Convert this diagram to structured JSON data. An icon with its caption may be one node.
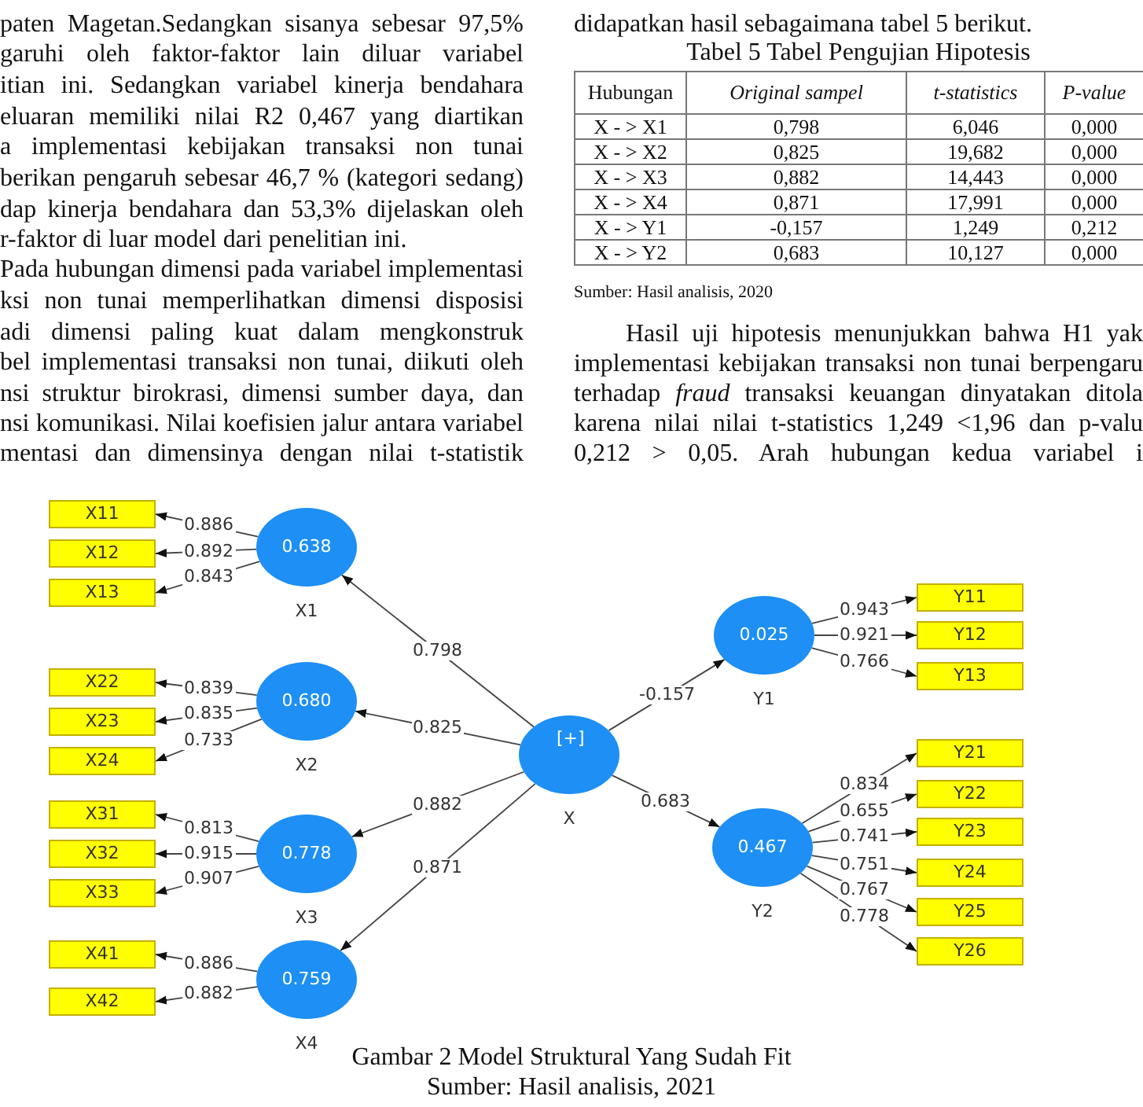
{
  "diagram": {
    "caption": "Gambar 2 Model Struktural Yang Sudah Fit",
    "nodes": [
      {
        "text": [
          "0.638",
          "X1"
        ]
      },
      {
        "text": [
          "0.680",
          "X2"
        ]
      },
      {
        "text": [
          "0.778",
          "X3"
        ]
      },
      {
        "text": [
          "0.759",
          "X4"
        ]
      },
      {
        "text": [
          "[+]",
          "X"
        ]
      },
      {
        "text": [
          "0.025",
          "Y1"
        ]
      },
      {
        "text": [
          "0.467",
          "Y2"
        ]
      },
      {
        "text": [
          "X11"
        ]
      },
      {
        "text": [
          "X12"
        ]
      },
      {
        "text": [
          "X13"
        ]
      },
      {
        "text": [
          "X22"
        ]
      },
      {
        "text": [
          "X23"
        ]
      },
      {
        "text": [
          "X24"
        ]
      },
      {
        "text": [
          "X31"
        ]
      },
      {
        "text": [
          "X32"
        ]
      },
      {
        "text": [
          "X33"
        ]
      },
      {
        "text": [
          "X41"
        ]
      },
      {
        "text": [
          "X42"
        ]
      },
      {
        "text": [
          "Y11"
        ]
      },
      {
        "text": [
          "Y12"
        ]
      },
      {
        "text": [
          "Y13"
        ]
      },
      {
        "text": [
          "Y21"
        ]
      },
      {
        "text": [
          "Y22"
        ]
      },
      {
        "text": [
          "Y23"
        ]
      },
      {
        "text": [
          "Y24"
        ]
      },
      {
        "text": [
          "Y25"
        ]
      },
      {
        "text": [
          "Y26"
        ]
      }
    ],
    "edges": [
      {
        "from": 0,
        "to": 7,
        "arrow": "to",
        "label": "0.886"
      },
      {
        "from": 0,
        "to": 8,
        "arrow": "to",
        "label": "0.892"
      },
      {
        "from": 0,
        "to": 9,
        "arrow": "to",
        "label": "0.843"
      },
      {
        "from": 1,
        "to": 10,
        "arrow": "to",
        "label": "0.839"
      },
      {
        "from": 1,
        "to": 11,
        "arrow": "to",
        "label": "0.835"
      },
      {
        "from": 1,
        "to": 12,
        "arrow": "to",
        "label": "0.733"
      },
      {
        "from": 2,
        "to": 13,
        "arrow": "to",
        "label": "0.813"
      },
      {
        "from": 2,
        "to": 14,
        "arrow": "to",
        "label": "0.915"
      },
      {
        "from": 2,
        "to": 15,
        "arrow": "to",
        "label": "0.907"
      },
      {
        "from": 3,
        "to": 16,
        "arrow": "to",
        "label": "0.886"
      },
      {
        "from": 3,
        "to": 17,
        "arrow": "to",
        "label": "0.882"
      },
      {
        "from": 4,
        "to": 0,
        "arrow": "to",
        "label": "0.798"
      },
      {
        "from": 4,
        "to": 1,
        "arrow": "to",
        "label": "0.825"
      },
      {
        "from": 4,
        "to": 2,
        "arrow": "to",
        "label": "0.882"
      },
      {
        "from": 4,
        "to": 3,
        "arrow": "to",
        "label": "0.871"
      },
      {
        "from": 4,
        "to": 5,
        "arrow": "to",
        "label": "-0.157"
      },
      {
        "from": 4,
        "to": 6,
        "arrow": "to",
        "label": "0.683"
      },
      {
        "from": 5,
        "to": 18,
        "arrow": "to",
        "label": "0.943"
      },
      {
        "from": 5,
        "to": 19,
        "arrow": "to",
        "label": "0.921"
      },
      {
        "from": 5,
        "to": 20,
        "arrow": "to",
        "label": "0.766"
      },
      {
        "from": 6,
        "to": 21,
        "arrow": "to",
        "label": "0.834"
      },
      {
        "from": 6,
        "to": 22,
        "arrow": "to",
        "label": "0.655"
      },
      {
        "from": 6,
        "to": 23,
        "arrow": "to",
        "label": "0.741"
      },
      {
        "from": 6,
        "to": 24,
        "arrow": "to",
        "label": "0.751"
      },
      {
        "from": 6,
        "to": 25,
        "arrow": "to",
        "label": "0.767"
      },
      {
        "from": 6,
        "to": 26,
        "arrow": "to",
        "label": "0.778"
      }
    ],
    "labels": [
      "paten Magetan.Sedangkan sisanya sebesar 97,5%",
      "garuhi oleh faktor-faktor lain diluar variabel",
      "itian ini. Sedangkan variabel kinerja bendahara",
      "eluaran memiliki nilai R2 0,467 yang diartikan",
      "a implementasi kebijakan transaksi non tunai",
      "berikan pengaruh sebesar 46,7 % (kategori sedang)",
      "dap kinerja bendahara dan 53,3% dijelaskan oleh",
      "r-faktor di luar model dari penelitian ini.",
      "Pada hubungan dimensi pada variabel implementasi",
      "ksi non tunai memperlihatkan dimensi disposisi",
      "adi dimensi paling kuat dalam mengkonstruk",
      "bel implementasi transaksi non tunai, diikuti oleh",
      "nsi struktur birokrasi, dimensi sumber daya, dan",
      "nsi komunikasi. Nilai koefisien jalur antara variabel",
      "mentasi dan dimensinya dengan nilai t-statistik",
      "didapatkan hasil sebagaimana tabel 5 berikut.",
      "Tabel 5 Tabel Pengujian Hipotesis",
      "Hubungan",
      "Original sampel",
      "t-statistics",
      "P-value",
      "X - > X1",
      "0,798",
      "6,046",
      "0,000",
      "X - > X2",
      "0,825",
      "19,682",
      "0,000",
      "X - > X3",
      "0,882",
      "14,443",
      "0,000",
      "X - > X4",
      "0,871",
      "17,991",
      "0,000",
      "X - > Y1",
      "-0,157",
      "1,249",
      "0,212",
      "X - > Y2",
      "0,683",
      "10,127",
      "0,000",
      "Sumber: Hasil analisis, 2020",
      "Hasil uji hipotesis menunjukkan bahwa H1 yak",
      "implementasi kebijakan transaksi non tunai berpengaru",
      "terhadap *fraud* transaksi keuangan dinyatakan ditola",
      "karena nilai nilai t-statistics 1,249 <1,96 dan p-valu",
      "0,212 > 0,05. Arah hubungan kedua variabel i",
      "Sumber: Hasil analisis, 2021"
    ]
  }
}
